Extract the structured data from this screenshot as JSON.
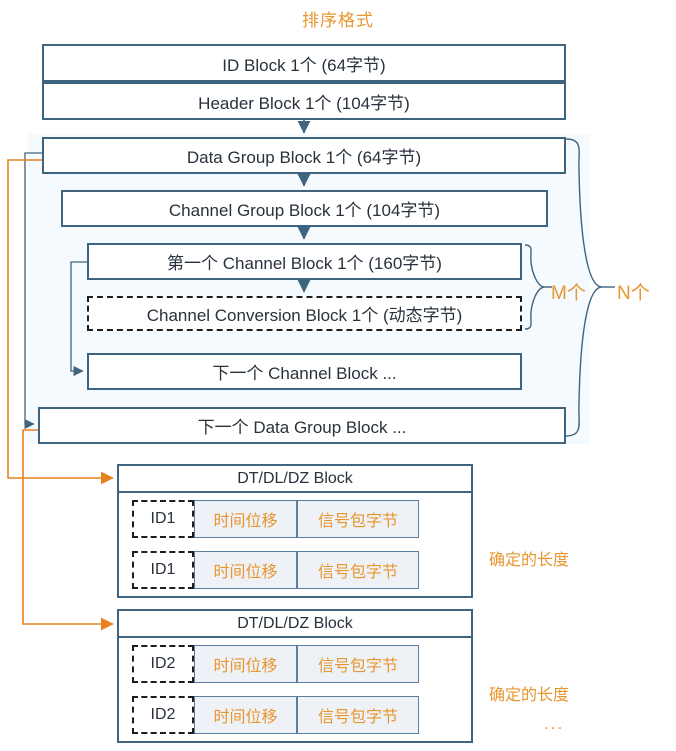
{
  "diagram": {
    "title": "排序格式",
    "accent_orange": "#E8962E",
    "block_border": "#3F6480",
    "cell_fill": "#EEF1F6",
    "panel_fill": "#F4FAFE"
  },
  "blocks": {
    "id_block": "ID Block 1个 (64字节)",
    "header_block": "Header Block 1个 (104字节)",
    "data_group_block": "Data Group Block 1个 (64字节)",
    "channel_group_block": "Channel Group Block 1个 (104字节)",
    "first_channel_block": "第一个 Channel Block 1个 (160字节)",
    "channel_conversion_block": "Channel Conversion Block 1个 (动态字节)",
    "next_channel_block": "下一个 Channel Block ...",
    "next_data_group_block": "下一个 Data Group Block ..."
  },
  "braces": {
    "inner_label": "M个",
    "outer_label": "N个"
  },
  "dt_groups": [
    {
      "header": "DT/DL/DZ Block",
      "side_label": "确定的长度",
      "rows": [
        {
          "id": "ID1",
          "time": "时间位移",
          "signal": "信号包字节"
        },
        {
          "id": "ID1",
          "time": "时间位移",
          "signal": "信号包字节"
        }
      ]
    },
    {
      "header": "DT/DL/DZ Block",
      "side_label": "确定的长度",
      "rows": [
        {
          "id": "ID2",
          "time": "时间位移",
          "signal": "信号包字节"
        },
        {
          "id": "ID2",
          "time": "时间位移",
          "signal": "信号包字节"
        }
      ]
    }
  ],
  "ellipsis": "..."
}
